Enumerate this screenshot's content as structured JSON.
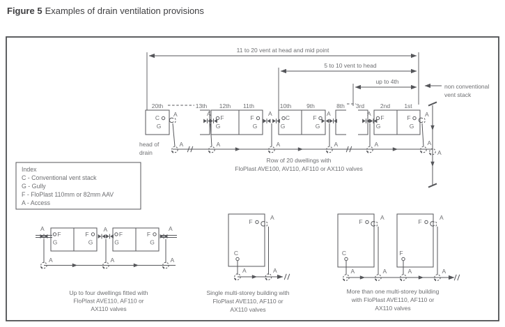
{
  "figure_label": "Figure 5",
  "figure_title": "Examples of drain ventilation provisions",
  "letters": {
    "c": "C",
    "g": "G",
    "f": "F",
    "a": "A"
  },
  "main_diagram": {
    "dim_11_20": "11 to 20 vent at head and mid point",
    "dim_5_10": "5 to 10 vent to head",
    "dim_up_to_4": "up to 4th",
    "non_conventional_line1": "non conventional",
    "non_conventional_line2": "vent stack",
    "house_labels": [
      "20th",
      "13th",
      "12th",
      "11th",
      "10th",
      "9th",
      "8th",
      "3rd",
      "2nd",
      "1st"
    ],
    "head_of_drain_line1": "head of",
    "head_of_drain_line2": "drain",
    "caption_line1": "Row of 20 dwellings with",
    "caption_line2": "FloPlast AVE100, AV110, AF110 or AX110 valves"
  },
  "index_box": {
    "title": "Index",
    "items": [
      "C - Conventional vent stack",
      "G - Gully",
      "F - FloPlast 110mm or 82mm AAV",
      "A - Access"
    ]
  },
  "four_dwellings": {
    "caption": [
      "Up to four dwellings fitted with",
      "FloPlast AVE110, AF110 or",
      "AX110 valves"
    ]
  },
  "single_multi_storey": {
    "caption": [
      "Single multi-storey building with",
      "FloPlast AVE110, AF110 or",
      "AX110 valves"
    ]
  },
  "multiple_multi_storey": {
    "caption": [
      "More than one multi-storey building",
      "with FloPlast AVE110, AF110 or",
      "AX110 valves"
    ]
  },
  "colors": {
    "line": "#55565a",
    "text": "#6d6e71",
    "title": "#3e3e40"
  }
}
